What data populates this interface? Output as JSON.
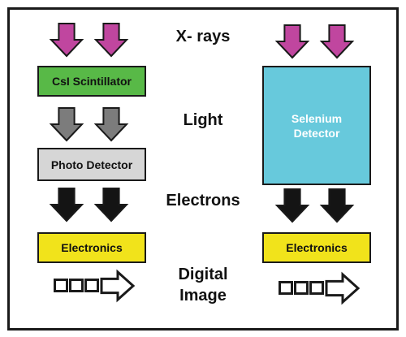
{
  "stage_labels": {
    "xrays": "X- rays",
    "light": "Light",
    "electrons": "Electrons",
    "digital_line1": "Digital",
    "digital_line2": "Image"
  },
  "indirect_path": {
    "scintillator": "CsI Scintillator",
    "photo_detector": "Photo Detector",
    "electronics": "Electronics"
  },
  "direct_path": {
    "detector_line1": "Selenium",
    "detector_line2": "Detector",
    "electronics": "Electronics"
  },
  "colors": {
    "xray_arrow": "#c0469f",
    "light_arrow": "#7c7c7c",
    "electron_arrow": "#141414",
    "scintillator": "#58b947",
    "photo_detector": "#d6d6d6",
    "selenium_detector": "#67c9dc",
    "selenium_text": "#ffffff",
    "electronics": "#f1e31b",
    "outline": "#1a1a1a"
  },
  "icons": [
    "down-arrow-icon",
    "digital-output-arrow-icon"
  ]
}
